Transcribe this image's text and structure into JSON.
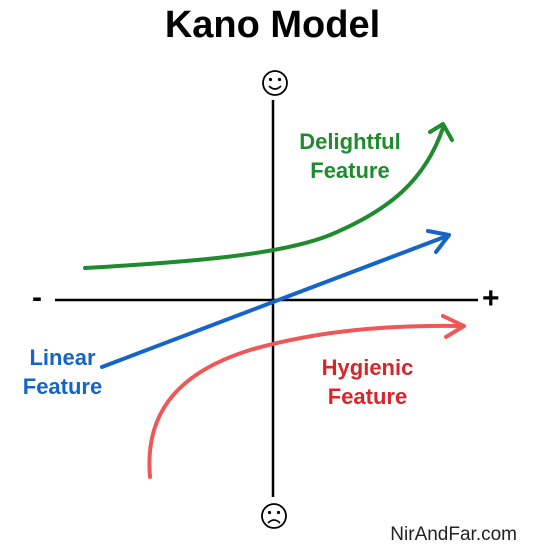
{
  "title": "Kano Model",
  "axes": {
    "minus_label": "-",
    "plus_label": "+",
    "top_icon": "smiley-face-icon",
    "bottom_icon": "frowning-face-icon"
  },
  "curves": {
    "delightful": {
      "line1": "Delightful",
      "line2": "Feature",
      "color": "#1f8a2e"
    },
    "linear": {
      "line1": "Linear",
      "line2": "Feature",
      "color": "#1565c8"
    },
    "hygienic": {
      "line1": "Hygienic",
      "line2": "Feature",
      "color": "#f05858"
    }
  },
  "credit": "NirAndFar.com"
}
